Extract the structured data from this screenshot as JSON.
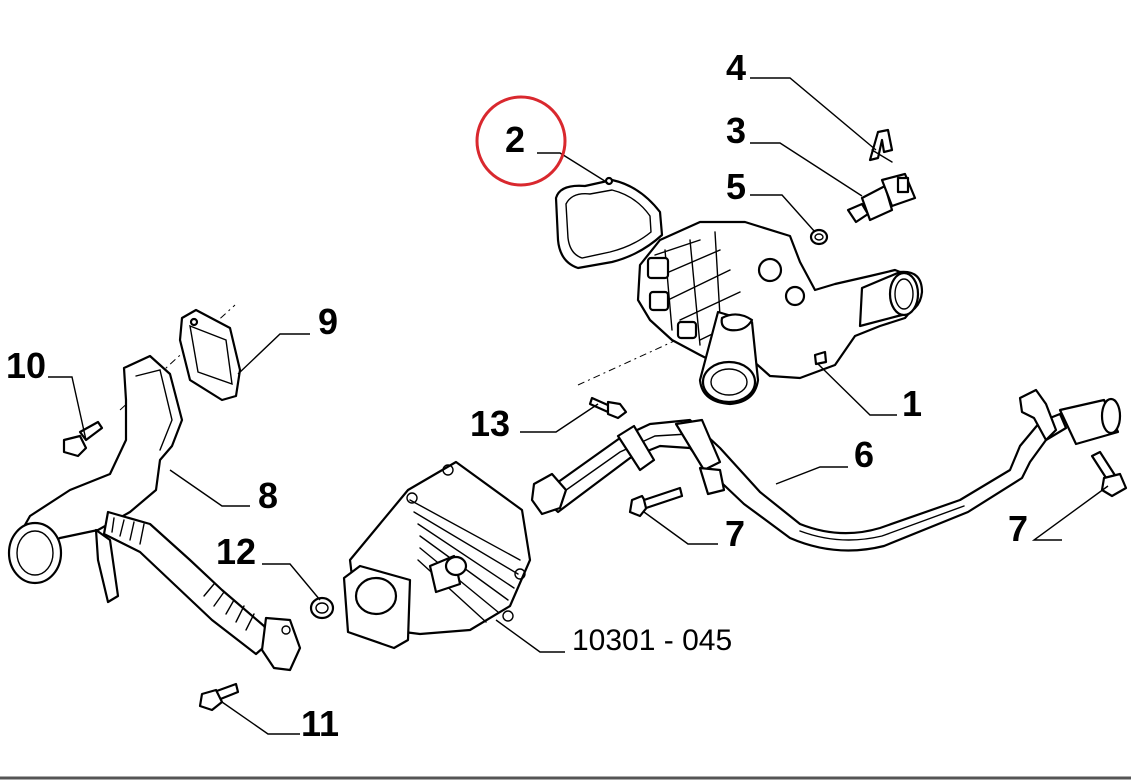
{
  "labels": {
    "p1": "1",
    "p2": "2",
    "p3": "3",
    "p4": "4",
    "p5": "5",
    "p6": "6",
    "p7a": "7",
    "p7b": "7",
    "p8": "8",
    "p9": "9",
    "p10": "10",
    "p11": "11",
    "p12": "12",
    "p13": "13"
  },
  "diagram_code": "10301 - 045",
  "highlight": {
    "part": "2",
    "color": "#d9282e"
  }
}
